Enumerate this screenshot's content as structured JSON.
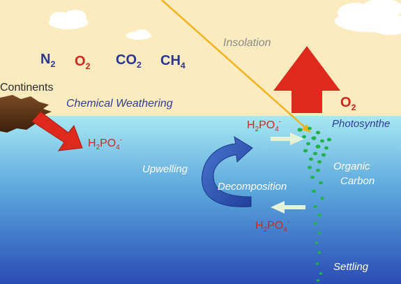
{
  "atmosphere": {
    "gases": [
      {
        "main": "N",
        "sub": "2",
        "color": "#2c3590"
      },
      {
        "main": "O",
        "sub": "2",
        "color": "#d0271e"
      },
      {
        "main": "CO",
        "sub": "2",
        "color": "#2c3590"
      },
      {
        "main": "CH",
        "sub": "4",
        "color": "#2c3590"
      }
    ],
    "insolation": "Insolation",
    "o2_flux": {
      "main": "O",
      "sub": "2"
    }
  },
  "land": {
    "continents": "Continents",
    "weathering": "Chemical Weathering"
  },
  "phosphate": {
    "main": "H",
    "sub1": "2",
    "mid": "PO",
    "sub2": "4",
    "sup": "-"
  },
  "ocean": {
    "photosynthesis": "Photosynthe",
    "organic_carbon_1": "Organic",
    "organic_carbon_2": "Carbon",
    "upwelling": "Upwelling",
    "decomposition": "Decomposition",
    "settling": "Settling"
  },
  "colors": {
    "sky": "#fbebbf",
    "ocean_top": "#9fe3ef",
    "ocean_deep": "#2b50b8",
    "arrow_red": "#dd2a1c",
    "particle_green": "#22b24c",
    "cycle_blue": "#2f56b4",
    "sunbeam": "#f2b21a"
  }
}
